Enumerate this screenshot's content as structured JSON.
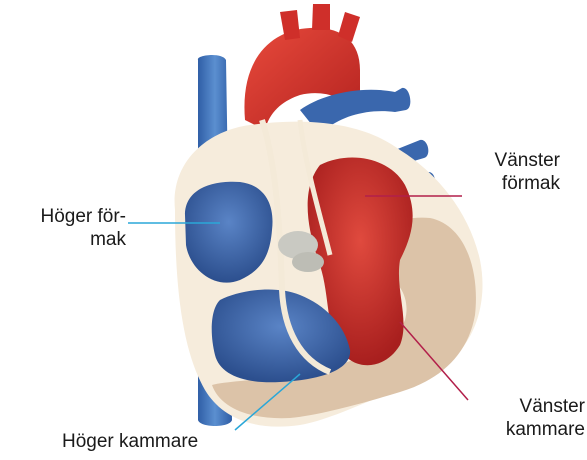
{
  "labels": {
    "right_atrium": {
      "line1": "Höger för-",
      "line2": "mak"
    },
    "left_atrium": {
      "line1": "Vänster",
      "line2": "förmak"
    },
    "right_ventricle": {
      "text": "Höger kammare"
    },
    "left_ventricle": {
      "line1": "Vänster",
      "line2": "kammare"
    }
  },
  "colors": {
    "venous_blue": "#3f6fb3",
    "venous_blue_dark": "#2a4f8f",
    "arterial_red": "#d9302b",
    "arterial_red_dark": "#a51f1d",
    "muscle_tan": "#dcc3a8",
    "septum_cream": "#f4ead8",
    "blue_leader": "#2aa7d8",
    "red_leader": "#b21f4a"
  }
}
